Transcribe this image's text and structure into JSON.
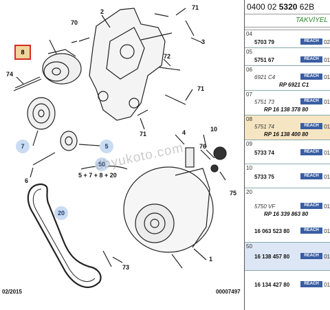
{
  "header": {
    "ref_prefix": "0400 02 ",
    "ref_bold": "5320",
    "ref_suffix": " 62B",
    "subtitle": "TAKVİYEL"
  },
  "colors": {
    "accent_badge": "#3a5ea3",
    "highlight_row": "#f6e5c2",
    "selected_row": "#dde6f4",
    "box_red": "#d52b1e",
    "bubble": "#c9dcf2"
  },
  "diagram": {
    "labels": {
      "l2": "2",
      "l71a": "71",
      "l3": "3",
      "l70": "70",
      "l72": "72",
      "l74": "74",
      "l71b": "71",
      "l71c": "71",
      "l4": "4",
      "l10": "10",
      "l76": "76",
      "l6": "6",
      "l75": "75",
      "l1": "1",
      "l73": "73"
    },
    "bubbles": {
      "b7": "7",
      "b5": "5",
      "b50": "50",
      "b20": "20"
    },
    "box8": "8",
    "formula": "5 + 7 + 8 + 20",
    "footer_left": "02/2015",
    "footer_right": "00007497",
    "watermark": "dbyukoto.com"
  },
  "rows": [
    {
      "no": "04",
      "part": "5703 79",
      "badge": "REACH",
      "qty": "02"
    },
    {
      "no": "05",
      "part": "5751 67",
      "badge": "REACH",
      "qty": "01"
    },
    {
      "no": "06",
      "part": "6921 C4",
      "badge": "REACH",
      "qty": "01",
      "rp": "RP 6921 C1"
    },
    {
      "no": "07",
      "part": "5751 73",
      "badge": "REACH",
      "qty": "01",
      "rp": "RP 16 138 378 80"
    },
    {
      "no": "08",
      "part": "5751 74",
      "badge": "REACH",
      "qty": "01",
      "rp": "RP 16 138 400 80"
    },
    {
      "no": "09",
      "part": "5733 74",
      "badge": "REACH",
      "qty": "01"
    },
    {
      "no": "10",
      "part": "5733 75",
      "badge": "REACH",
      "qty": "01"
    },
    {
      "no": "20",
      "part": "5750 VF",
      "badge": "REACH",
      "qty": "01",
      "rp": "RP 16 339 863 80",
      "part2": "16 063 523 80",
      "badge2": "REACH",
      "qty2": "01"
    },
    {
      "no": "50",
      "part": "16 138 457 80",
      "badge": "REACH",
      "qty": "01"
    },
    {
      "no": "",
      "part": "16 134 427 80",
      "badge": "REACH",
      "qty": "01"
    }
  ]
}
